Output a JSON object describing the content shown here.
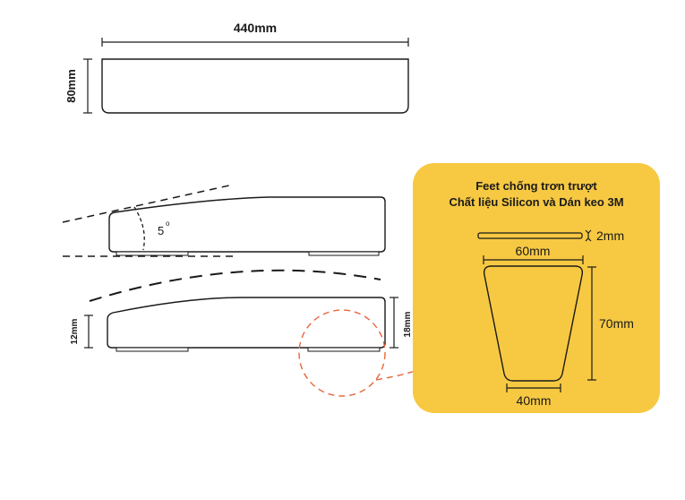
{
  "top_view": {
    "width_label": "440mm",
    "height_label": "80mm"
  },
  "side_view": {
    "angle_label": "5",
    "angle_unit": "o"
  },
  "front_view": {
    "left_height_label": "12mm",
    "right_height_label": "18mm"
  },
  "feet_panel": {
    "title_line1": "Feet chống trơn trượt",
    "title_line2": "Chất liệu Silicon và Dán keo 3M",
    "thickness_label": "2mm",
    "top_width_label": "60mm",
    "height_label": "70mm",
    "bottom_width_label": "40mm"
  },
  "colors": {
    "panel": "#F7C942",
    "stroke": "#1a1a1a",
    "callout": "#E8653A"
  }
}
